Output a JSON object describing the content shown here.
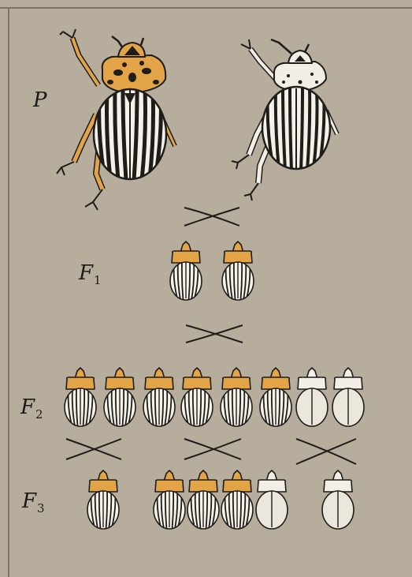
{
  "generations": {
    "p": {
      "letter": "P",
      "sub": ""
    },
    "f1": {
      "letter": "F",
      "sub": "1"
    },
    "f2": {
      "letter": "F",
      "sub": "2"
    },
    "f3": {
      "letter": "F",
      "sub": "3"
    }
  },
  "offspring": {
    "f1": [
      "pigmented",
      "pigmented"
    ],
    "f2": [
      "pigmented",
      "pigmented",
      "pigmented",
      "pigmented",
      "pigmented",
      "pigmented",
      "white",
      "white"
    ],
    "f3_group1": [
      "pigmented"
    ],
    "f3_group2": [
      "pigmented",
      "pigmented",
      "pigmented",
      "white"
    ],
    "f3_group3": [
      "white"
    ]
  },
  "colors": {
    "background": "#b6ad9d",
    "pigment": "#e3a447",
    "ink": "#1f1d1a",
    "white_form": "#f3efe6",
    "white_elytra": "#ece7dc"
  }
}
